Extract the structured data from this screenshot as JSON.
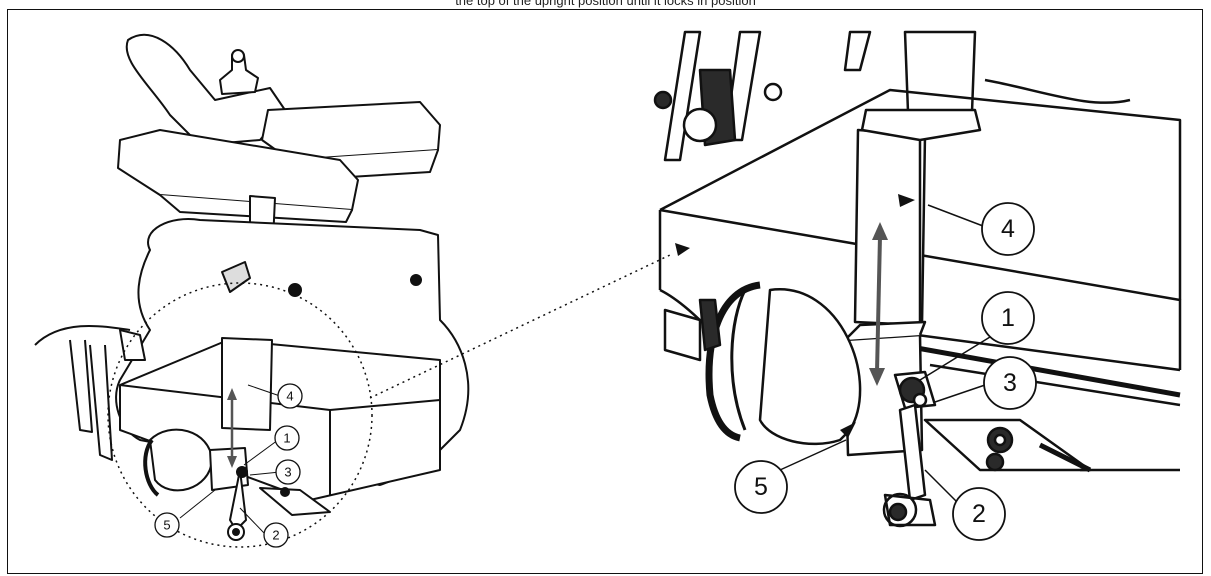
{
  "header_fragment": "the top of the upright position until it locks in position",
  "callouts": {
    "left": [
      "1",
      "2",
      "3",
      "4",
      "5"
    ],
    "right": [
      "1",
      "2",
      "3",
      "4",
      "5"
    ]
  },
  "colors": {
    "line": "#111111",
    "fill": "#ffffff",
    "shade": "#2a2a2a",
    "arrow": "#555555"
  }
}
